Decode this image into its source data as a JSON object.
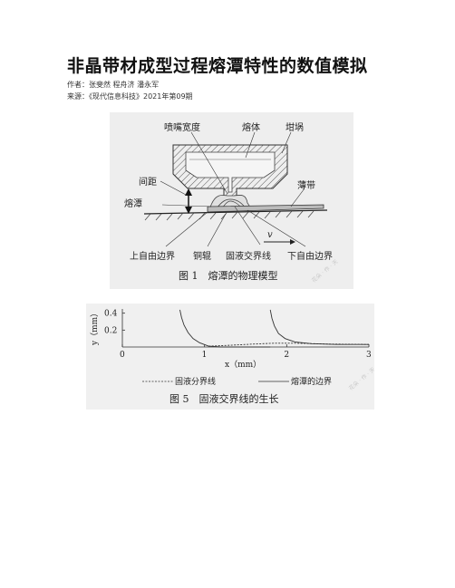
{
  "article": {
    "title": "非晶带材成型过程熔潭特性的数值模拟",
    "author_line": "作者：张斐然 程舟济 潘永军",
    "source_line": "来源：《现代信息科技》2021年第09期"
  },
  "figure1": {
    "labels": {
      "nozzle_width": "喷嘴宽度",
      "melt": "熔体",
      "crucible": "坩埚",
      "gap": "间距",
      "thin_strip": "薄带",
      "melt_pool": "熔潭",
      "velocity": "v",
      "upper_free_boundary": "上自由边界",
      "copper_roll": "铜辊",
      "solid_liquid_line": "固液交界线",
      "lower_free_boundary": "下自由边界"
    },
    "caption": "图 1　熔潭的物理模型"
  },
  "figure5": {
    "caption": "图 5　固液交界线的生长",
    "legend": [
      {
        "label": "固液分界线",
        "style": "dashed"
      },
      {
        "label": "熔潭的边界",
        "style": "solid"
      }
    ]
  },
  "chart_data": {
    "type": "line",
    "xlabel": "x（mm）",
    "ylabel": "y（mm）",
    "xlim": [
      0,
      3
    ],
    "ylim": [
      0,
      0.45
    ],
    "xticks": [
      "0",
      "1",
      "2",
      "3"
    ],
    "yticks": [
      "0.2",
      "0.4"
    ],
    "grid": false,
    "legend_position": "bottom",
    "series": [
      {
        "name": "熔潭的边界",
        "style": "solid",
        "segments": [
          {
            "x": [
              0.7,
              0.72,
              0.75,
              0.8,
              0.86,
              0.94,
              1.05,
              1.2,
              1.4,
              1.6,
              1.8
            ],
            "y": [
              0.44,
              0.35,
              0.26,
              0.17,
              0.1,
              0.05,
              0.01,
              0.0,
              0.0,
              0.0,
              0.0
            ]
          },
          {
            "x": [
              1.8,
              1.82,
              1.85,
              1.9,
              1.98,
              2.1,
              2.3,
              2.6,
              3.0
            ],
            "y": [
              0.44,
              0.34,
              0.25,
              0.16,
              0.1,
              0.06,
              0.04,
              0.03,
              0.03
            ]
          }
        ]
      },
      {
        "name": "固液分界线",
        "style": "dashed",
        "segments": [
          {
            "x": [
              1.05,
              1.3,
              1.6,
              1.85,
              2.1,
              2.5,
              3.0
            ],
            "y": [
              0.01,
              0.02,
              0.035,
              0.045,
              0.045,
              0.035,
              0.03
            ]
          }
        ]
      }
    ]
  },
  "watermarks": [
    "花朵 · 作 · 天",
    "花朵 · 作 · 天"
  ]
}
